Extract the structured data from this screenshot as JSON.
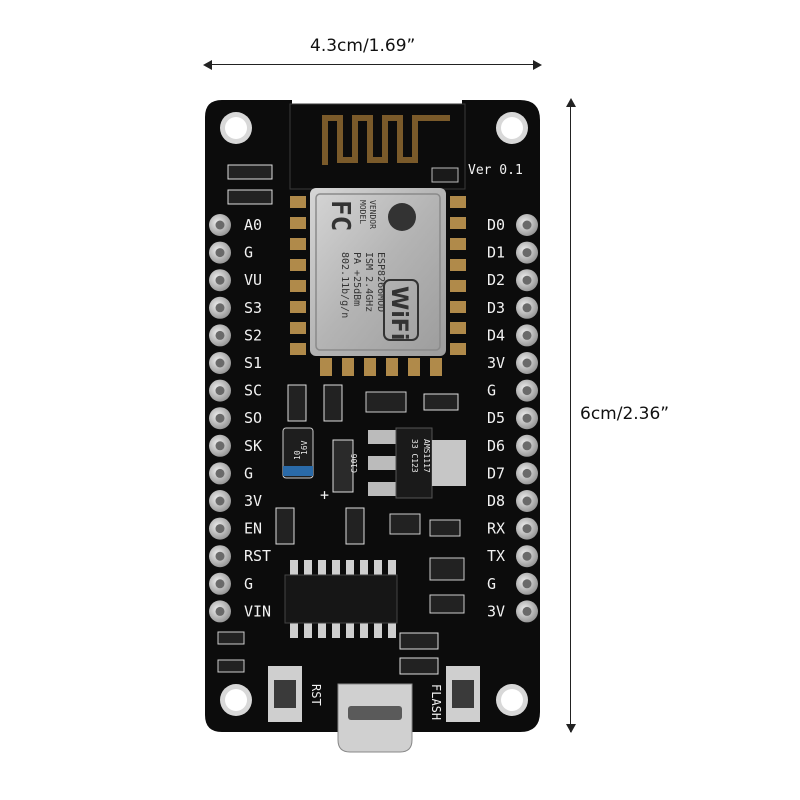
{
  "dimensions": {
    "width_label": "4.3cm/1.69”",
    "height_label": "6cm/2.36”"
  },
  "board": {
    "version": "Ver 0.1",
    "left_pins": [
      "A0",
      "G",
      "VU",
      "S3",
      "S2",
      "S1",
      "SC",
      "SO",
      "SK",
      "G",
      "3V",
      "EN",
      "RST",
      "G",
      "VIN"
    ],
    "right_pins": [
      "D0",
      "D1",
      "D2",
      "D3",
      "D4",
      "3V",
      "G",
      "D5",
      "D6",
      "D7",
      "D8",
      "RX",
      "TX",
      "G",
      "3V"
    ],
    "module_text": {
      "fc": "FC",
      "model": "MODEL",
      "vendor": "VENDOR",
      "name": "ESP8266MOD",
      "band": "ISM 2.4GHz",
      "power": "PA +25dBm",
      "standard": "802.11b/g/n",
      "wifi": "WiFi"
    },
    "regulator": "AMS1117",
    "regulator_sub": "33  C123",
    "cap_a": "10",
    "cap_b": "16V",
    "cap_c": "C106",
    "button_rst": "RST",
    "button_flash": "FLASH",
    "colors": {
      "pcb": "#0c0c0c",
      "pin": "#c9c9c9",
      "shield": "#bfbfbf",
      "silk": "#f2f2f2"
    }
  }
}
